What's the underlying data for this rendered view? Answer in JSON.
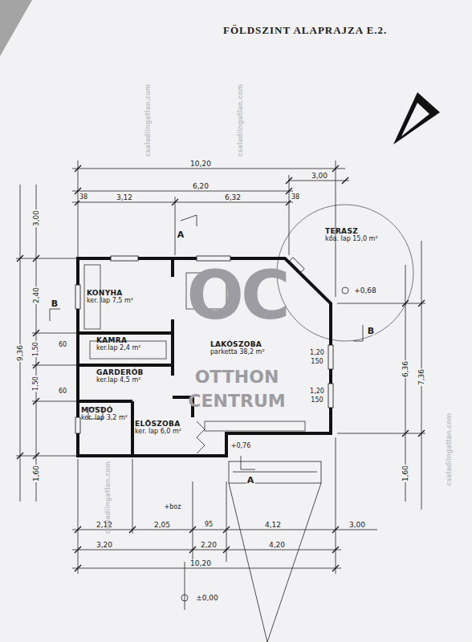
{
  "diagram": {
    "title": "FÖLDSZINT ALAPRAJZA E.2.",
    "nodes": [
      {
        "text": [
          "KONYHA",
          "ker. lap 7,5 m²"
        ]
      },
      {
        "text": [
          "KAMRA",
          "ker.lap 2,4 m²"
        ]
      },
      {
        "text": [
          "GARDERÓB",
          "ker.lap 4,5 m²"
        ]
      },
      {
        "text": [
          "MOSDÓ",
          "ker. lap 3,2 m²"
        ]
      },
      {
        "text": [
          "ELŐSZOBA",
          "ker. lap 6,0 m²"
        ]
      },
      {
        "text": [
          "LAKÓSZOBA",
          "parketta 38,2 m²"
        ]
      },
      {
        "text": [
          "TERASZ",
          "kőa. lap 15,0 m²"
        ]
      }
    ],
    "labels": [
      "10,20",
      "6,20",
      "3,00",
      "3,12",
      "6,32",
      "38",
      "38",
      "3,00",
      "2,40",
      "9,36",
      "1,50",
      "1,50",
      "1,60",
      "60",
      "60",
      "7,36",
      "6,36",
      "1,60",
      "1,20",
      "150",
      "1,20",
      "150",
      "2,12",
      "2,05",
      "95",
      "4,12",
      "3,00",
      "3,20",
      "2,20",
      "4,20",
      "10,20",
      "+0,68",
      "±0,00",
      "+0,76",
      "+boz",
      "A",
      "A",
      "B",
      "B",
      "OTTHON",
      "CENTRUM",
      "OC",
      "csaladiingatlan.com",
      "csaladiingatlan.com",
      "csaladiingatlan.com",
      "csaladiingatlan.com"
    ]
  }
}
